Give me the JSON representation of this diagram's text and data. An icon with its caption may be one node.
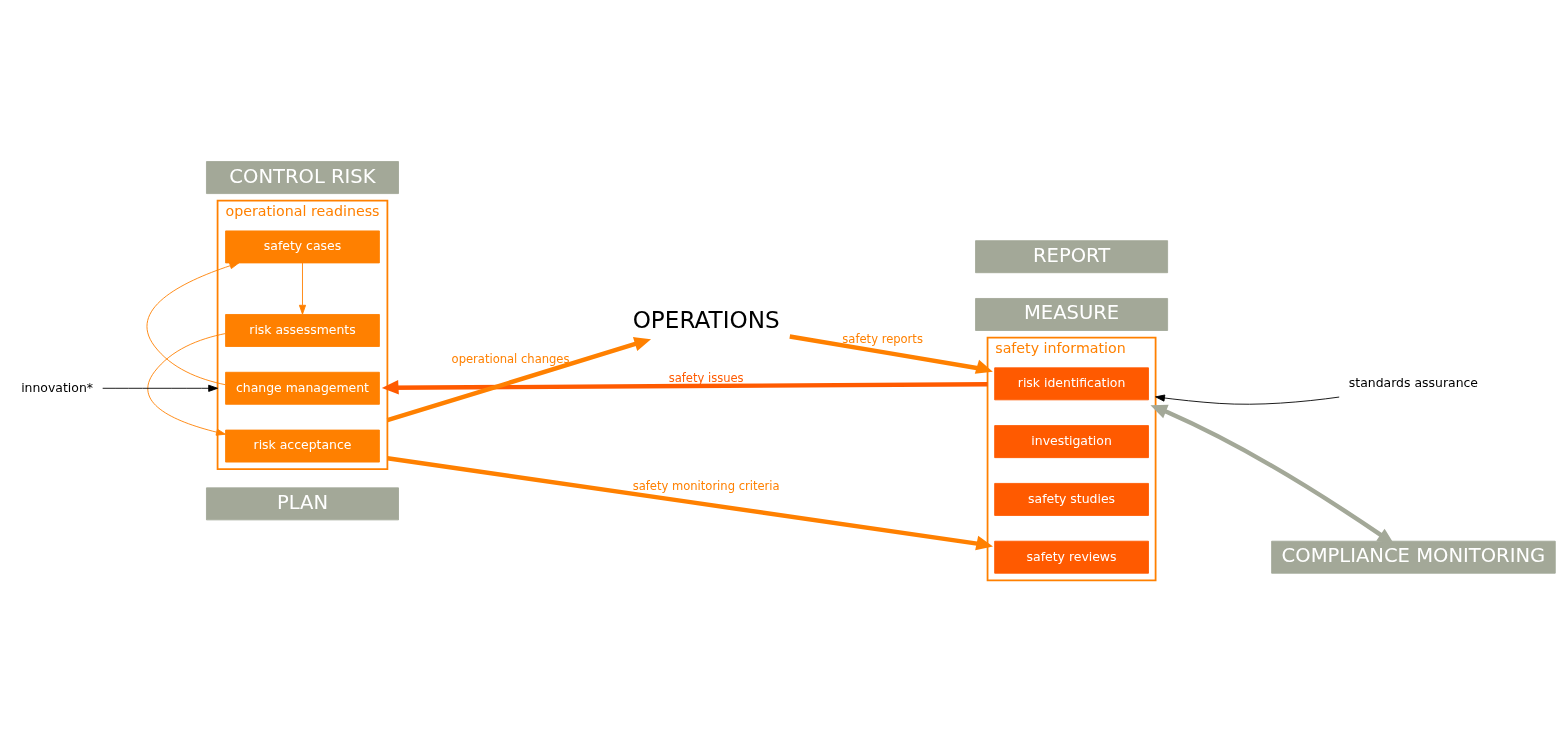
{
  "diagram": {
    "nodes": [
      {
        "text": [
          "CONTROL RISK"
        ]
      },
      {
        "text": [
          "REPORT"
        ]
      },
      {
        "text": [
          "operational readiness"
        ]
      },
      {
        "text": [
          "change management"
        ],
        "in": 2
      },
      {
        "text": [
          "safety cases"
        ],
        "in": 2
      },
      {
        "text": [
          "risk assessments"
        ],
        "in": 2
      },
      {
        "text": [
          "risk acceptance"
        ],
        "in": 2
      },
      {
        "text": [
          "innovation*"
        ]
      },
      {
        "text": [
          "OPERATIONS"
        ]
      },
      {
        "text": [
          "safety information"
        ]
      },
      {
        "text": [
          "risk identification"
        ],
        "in": 9
      },
      {
        "text": [
          "investigation"
        ],
        "in": 9
      },
      {
        "text": [
          "safety studies"
        ],
        "in": 9
      },
      {
        "text": [
          "safety reviews"
        ],
        "in": 9
      },
      {
        "text": [
          "standards assurance"
        ]
      },
      {
        "text": [
          "PLAN"
        ]
      },
      {
        "text": [
          "MEASURE"
        ]
      },
      {
        "text": [
          "COMPLIANCE MONITORING"
        ]
      }
    ],
    "edges": [
      {
        "from": 9,
        "to": 2,
        "arrow": "to",
        "label": "safety issues",
        "style": "thick",
        "color": "#ff5a00"
      },
      {
        "from": 3,
        "to": 4,
        "arrow": "to"
      },
      {
        "from": 4,
        "to": 5,
        "arrow": "to"
      },
      {
        "from": 5,
        "to": 6,
        "arrow": "to"
      },
      {
        "from": 7,
        "to": 2,
        "arrow": "to",
        "color": "#000000"
      },
      {
        "from": 2,
        "to": 8,
        "arrow": "to",
        "label": "operational changes",
        "style": "thick"
      },
      {
        "from": 8,
        "to": 9,
        "arrow": "to",
        "label": "safety reports",
        "style": "thick"
      },
      {
        "from": 2,
        "to": 9,
        "arrow": "to",
        "label": "safety monitoring criteria",
        "style": "thick"
      },
      {
        "from": 14,
        "to": 9,
        "arrow": "to",
        "color": "#000000"
      },
      {
        "from": 17,
        "to": 9,
        "arrow": "both",
        "style": "thick",
        "color": "#a3a898"
      }
    ]
  }
}
